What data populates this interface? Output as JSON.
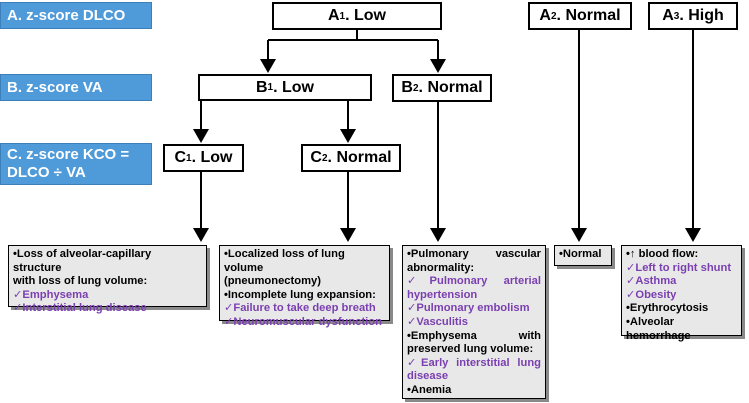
{
  "labels": {
    "a": "A. z-score DLCO",
    "b": "B. z-score VA",
    "c_line1": "C. z-score KCO =",
    "c_line2": "DLCO ÷ VA"
  },
  "nodes": {
    "a1": {
      "main": "A",
      "sub": "1",
      "rest": ". Low"
    },
    "a2": {
      "main": "A",
      "sub": "2",
      "rest": ". Normal"
    },
    "a3": {
      "main": "A",
      "sub": "3",
      "rest": ". High"
    },
    "b1": {
      "main": "B",
      "sub": "1",
      "rest": ". Low"
    },
    "b2": {
      "main": "B",
      "sub": "2",
      "rest": ". Normal"
    },
    "c1": {
      "main": "C",
      "sub": "1",
      "rest": ". Low"
    },
    "c2": {
      "main": "C",
      "sub": "2",
      "rest": ". Normal"
    }
  },
  "boxes": {
    "c1": {
      "l1": "•Loss of alveolar-capillary structure",
      "l2": "with loss of lung volume:",
      "l3": "✓Emphysema",
      "l4": "✓Interstitial lung disease"
    },
    "c2": {
      "l1": "•Localized loss of lung volume",
      "l2": "(pneumonectomy)",
      "l3": "•Incomplete lung expansion:",
      "l4": "✓Failure to take deep breath",
      "l5": "✓Neuromuscular dysfunction"
    },
    "b2": {
      "l1": "•Pulmonary vascular",
      "l2": "abnormality:",
      "l3": "✓Pulmonary arterial",
      "l4": "hypertension",
      "l5": "✓Pulmonary embolism",
      "l6": "✓Vasculitis",
      "l7": "•Emphysema with",
      "l8": "preserved lung volume:",
      "l9": "✓Early interstitial lung",
      "l10": "disease",
      "l11": "•Anemia"
    },
    "a2": {
      "l1": "•Normal"
    },
    "a3": {
      "l1": "•↑ blood flow:",
      "l2": "✓Left to right shunt",
      "l3": "✓Asthma",
      "l4": "✓Obesity",
      "l5": "•Erythrocytosis",
      "l6": "•Alveolar hemorrhage"
    }
  },
  "colors": {
    "label_bg": "#4f9bd9",
    "box_bg": "#e8e8e8",
    "accent_text": "#7a3fb0"
  }
}
